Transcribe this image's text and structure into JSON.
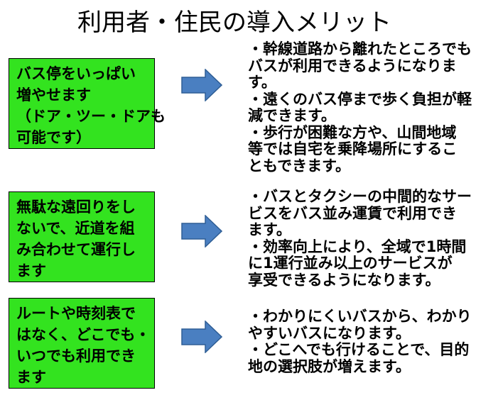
{
  "title": "利用者・住民の導入メリット",
  "rows": [
    {
      "box_lines": [
        "バス停をいっぱい",
        "増やせます",
        "（ドア・ツー・ドアも",
        "可能です）"
      ],
      "desc_lines": [
        "・幹線道路から離れたところでも",
        "バスが利用できるようになりま",
        "す。",
        "・遠くのバス停まで歩く負担が軽",
        "減できます。",
        "・歩行が困難な方や、山間地域",
        "等では自宅を乗降場所にするこ",
        "ともできます。"
      ]
    },
    {
      "box_lines": [
        "無駄な遠回りをし",
        "ないで、近道を組",
        "み合わせて運行し",
        "ます"
      ],
      "desc_lines": [
        "・バスとタクシーの中間的なサー",
        "ビスをバス並み運賃で利用でき",
        "ます。",
        "・効率向上により、全域で1時間",
        "に1運行並み以上のサービスが",
        "享受できるようになります。"
      ]
    },
    {
      "box_lines": [
        "ルートや時刻表で",
        "はなく、どこでも・",
        "いつでも利用でき",
        "ます"
      ],
      "desc_lines": [
        "・わかりにくいバスから、わかり",
        "やすいバスになります。",
        "・どこへでも行けることで、目的",
        "地の選択肢が増えます。"
      ]
    }
  ],
  "colors": {
    "box_fill": "#33e31f",
    "arrow_fill": "#4a7fc1",
    "arrow_stroke": "#2f5e95"
  }
}
